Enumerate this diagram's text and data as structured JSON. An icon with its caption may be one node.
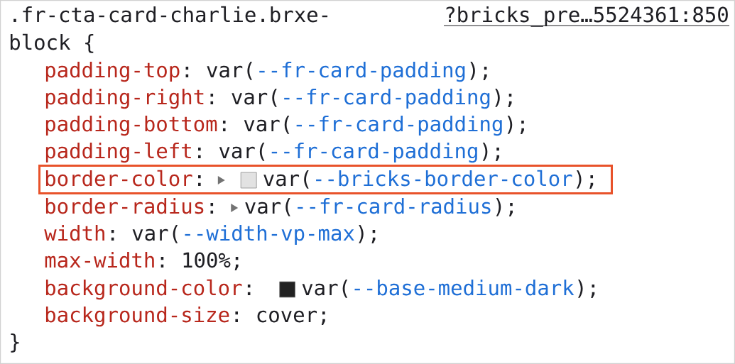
{
  "diagram": {
    "nodes": [
      {
        "text": [
          "border-color",
          ":",
          "var(",
          "--bricks-border-color",
          ");"
        ]
      }
    ],
    "labels": [
      ".fr-cta-card-charlie.brxe-",
      "?bricks_pre…5524361:850",
      "block {",
      "padding-top",
      ":",
      "var(",
      "--fr-card-padding",
      ");",
      "padding-right",
      ":",
      "var(",
      "--fr-card-padding",
      ");",
      "padding-bottom",
      ":",
      "var(",
      "--fr-card-padding",
      ");",
      "padding-left",
      ":",
      "var(",
      "--fr-card-padding",
      ");",
      "border-radius",
      ":",
      "var(",
      "--fr-card-radius",
      ");",
      "width",
      ":",
      "var(",
      "--width-vp-max",
      ");",
      "max-width",
      ":",
      "100%;",
      "background-color",
      ":",
      "var(",
      "--base-medium-dark",
      ");",
      "background-size",
      ":",
      "cover;",
      "}"
    ]
  }
}
